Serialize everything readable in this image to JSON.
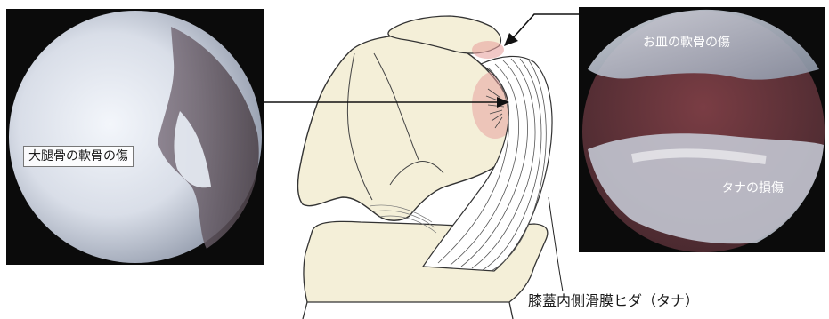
{
  "left_scope": {
    "label": "大腿骨の軟骨の傷"
  },
  "right_scope": {
    "label_top": "お皿の軟骨の傷",
    "label_bottom": "タナの損傷"
  },
  "diagram": {
    "caption": "膝蓋内側滑膜ヒダ（タナ）"
  },
  "colors": {
    "bone_fill": "#f4efd8",
    "lesion": "#e8a3a0",
    "scope_bg": "#0b0b0b"
  }
}
